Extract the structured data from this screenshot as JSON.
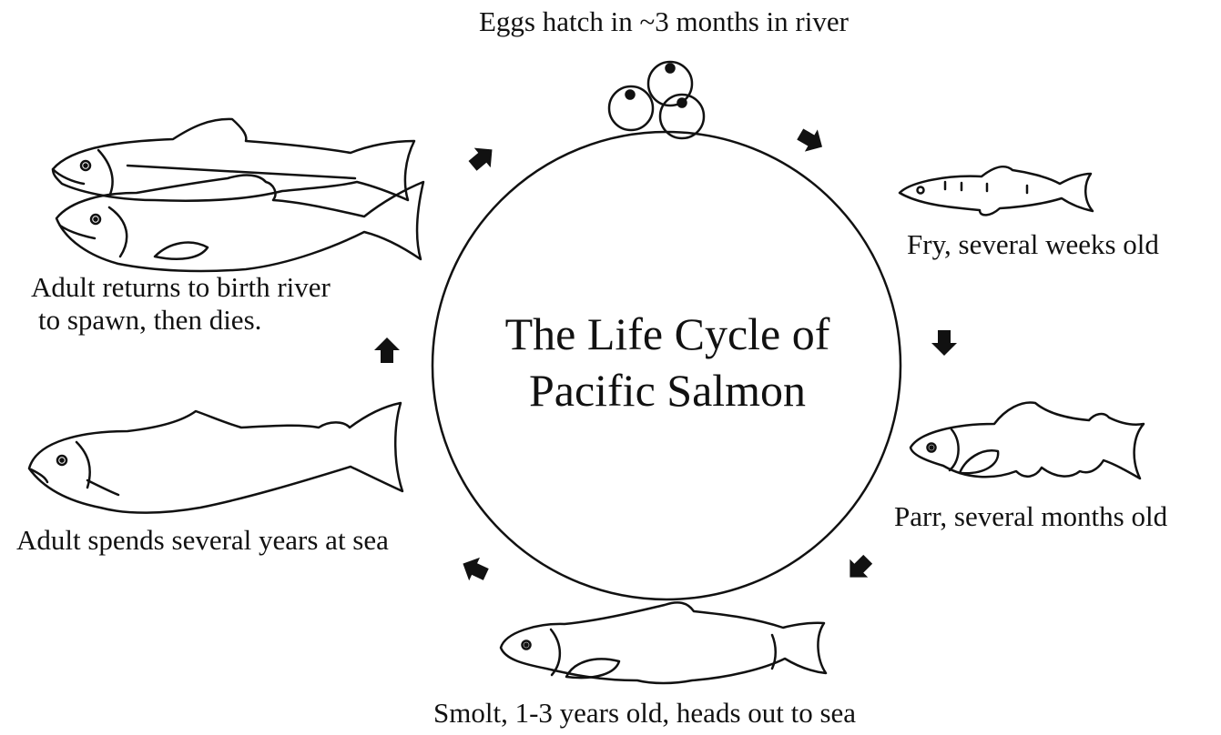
{
  "title": {
    "line1": "The Life Cycle of",
    "line2": "Pacific Salmon"
  },
  "stages": {
    "eggs": "Eggs hatch in ~3 months in river",
    "fry": "Fry, several weeks old",
    "parr": "Parr, several months old",
    "smolt": "Smolt, 1-3 years old, heads out to sea",
    "adult_sea": "Adult spends several years at sea",
    "adult_return_line1": "Adult returns to birth river",
    "adult_return_line2": "to spawn, then dies."
  },
  "colors": {
    "line": "#111111",
    "arrow": "#111111",
    "background": "#ffffff"
  },
  "icons": [
    "eggs-icon",
    "fry-fish-icon",
    "parr-fish-icon",
    "smolt-fish-icon",
    "adult-sea-fish-icon",
    "spawning-pair-fish-icon",
    "cycle-arrow-icon"
  ]
}
